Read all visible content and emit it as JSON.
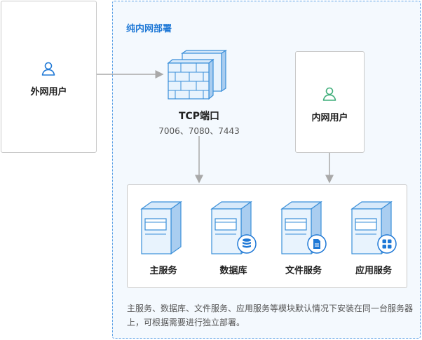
{
  "region": {
    "title": "纯内网部署"
  },
  "external_user": {
    "label": "外网用户",
    "icon": "user-icon"
  },
  "internal_user": {
    "label": "内网用户",
    "icon": "user-icon"
  },
  "firewall": {
    "label": "TCP端口",
    "ports": "7006、7080、7443",
    "icon": "firewall-icon"
  },
  "servers": [
    {
      "label": "主服务",
      "badge": ""
    },
    {
      "label": "数据库",
      "badge": "database-icon"
    },
    {
      "label": "文件服务",
      "badge": "file-icon"
    },
    {
      "label": "应用服务",
      "badge": "apps-icon"
    }
  ],
  "note": "主服务、数据库、文件服务、应用服务等模块默认情况下安装在同一台服务器上，可根据需要进行独立部署。",
  "colors": {
    "accent": "#1e78d6",
    "green": "#3fae7a",
    "line": "#a9a9a9"
  }
}
